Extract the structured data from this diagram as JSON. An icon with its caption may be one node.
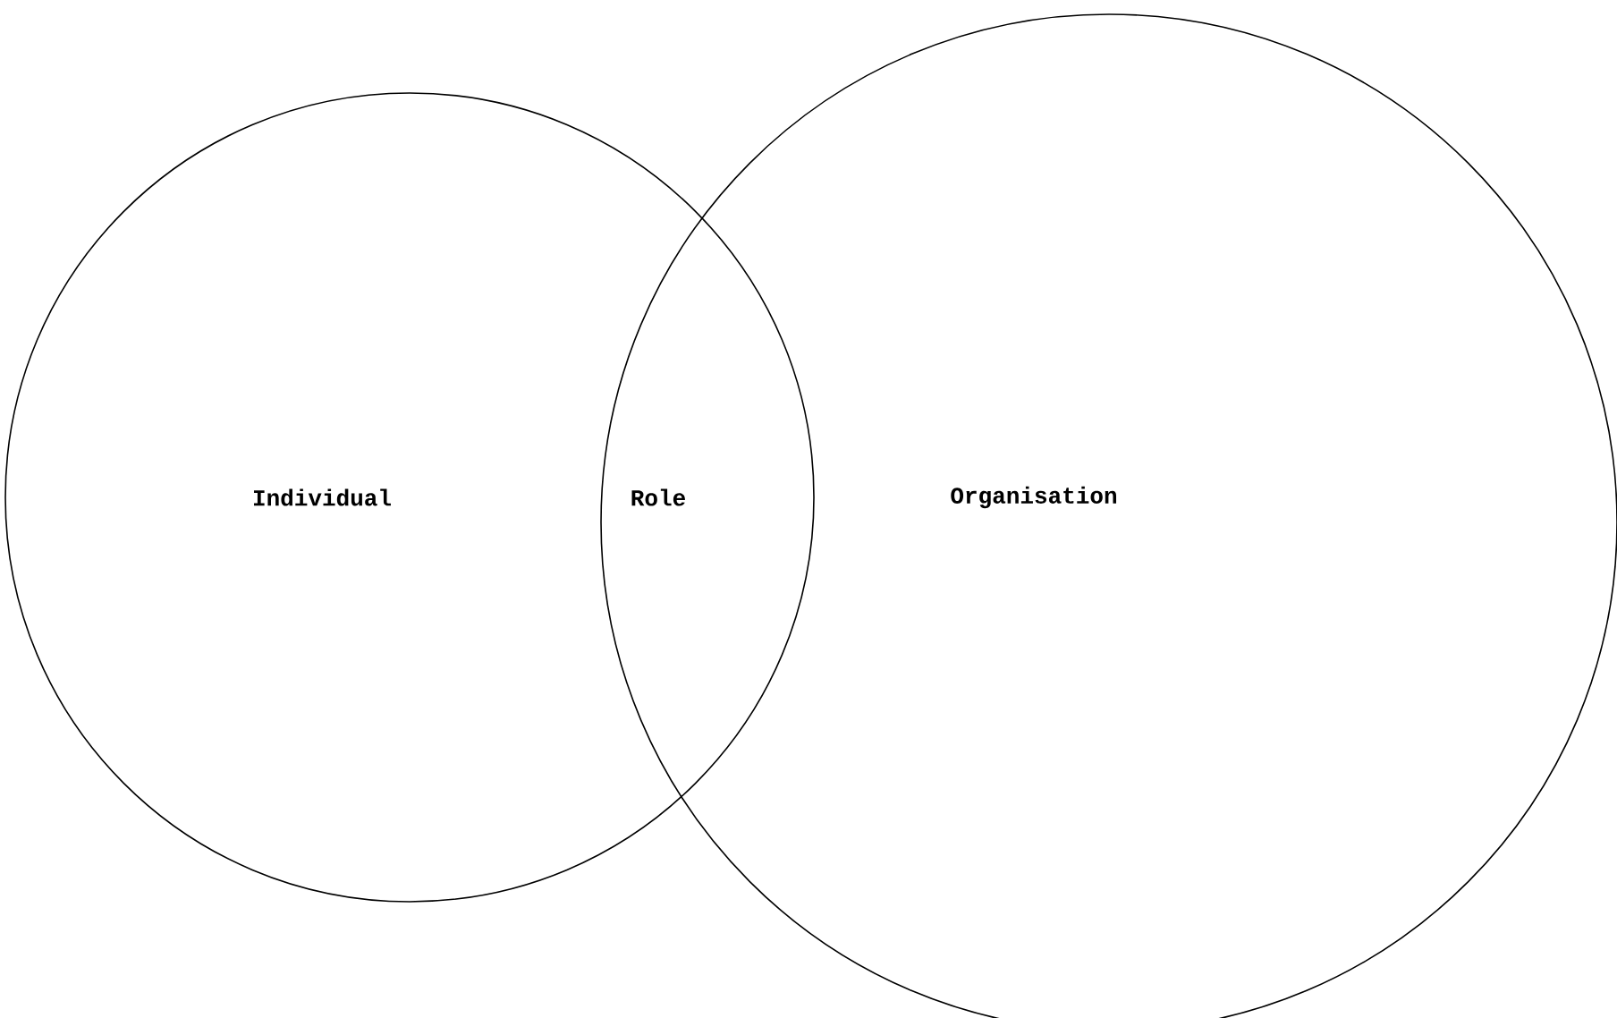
{
  "diagram": {
    "nodes": [
      {
        "text": [
          "Individual"
        ]
      },
      {
        "text": [
          "Organisation"
        ]
      }
    ],
    "labels": [
      "Role"
    ]
  }
}
